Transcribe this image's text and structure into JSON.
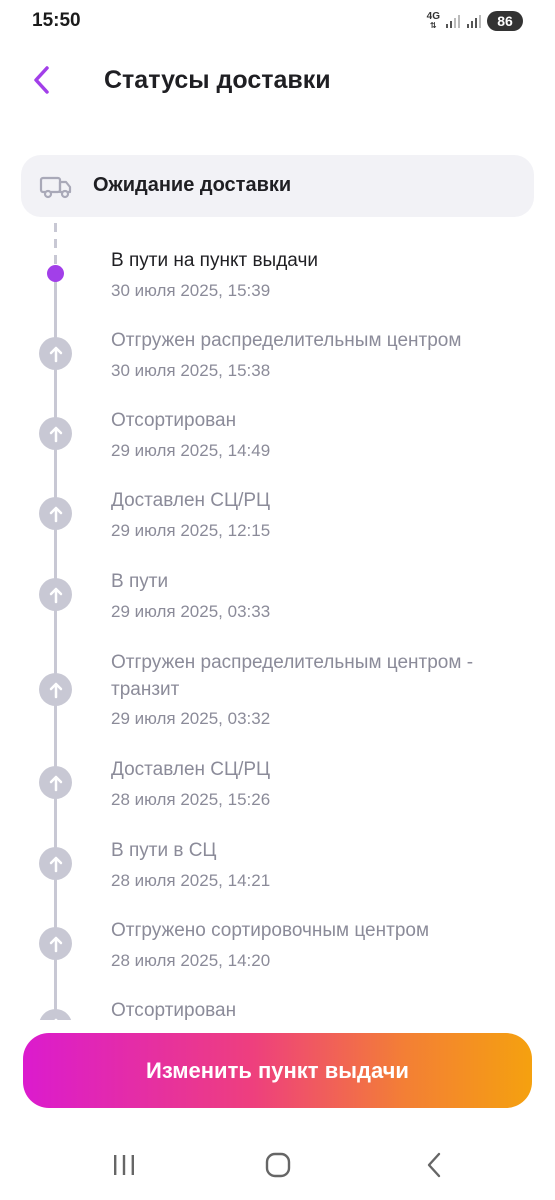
{
  "status_bar": {
    "time": "15:50",
    "network": "4G",
    "battery": "86"
  },
  "header": {
    "title": "Статусы доставки",
    "back_icon": "chevron-left-icon"
  },
  "current_status": {
    "icon": "truck-icon",
    "title": "Ожидание доставки"
  },
  "events": [
    {
      "label": "В пути на пункт выдачи",
      "date": "30 июля 2025, 15:39",
      "active": true
    },
    {
      "label": "Отгружен распределительным центром",
      "date": "30 июля 2025, 15:38"
    },
    {
      "label": "Отсортирован",
      "date": "29 июля 2025, 14:49"
    },
    {
      "label": "Доставлен СЦ/РЦ",
      "date": "29 июля 2025, 12:15"
    },
    {
      "label": "В пути",
      "date": "29 июля 2025, 03:33"
    },
    {
      "label": "Отгружен распределительным центром - транзит",
      "date": "29 июля 2025, 03:32"
    },
    {
      "label": "Доставлен СЦ/РЦ",
      "date": "28 июля 2025, 15:26"
    },
    {
      "label": "В пути в СЦ",
      "date": "28 июля 2025, 14:21"
    },
    {
      "label": "Отгружено сортировочным центром",
      "date": "28 июля 2025, 14:20"
    },
    {
      "label": "Отсортирован",
      "date": ""
    }
  ],
  "action_button": {
    "label": "Изменить пункт выдачи"
  },
  "colors": {
    "accent": "#a23fe9",
    "gradient_start": "#db1bce",
    "gradient_end": "#f5a10f",
    "inactive": "#c8c8d4"
  },
  "nav_bar": {
    "recent_icon": "recent-apps-icon",
    "home_icon": "home-icon",
    "back_icon": "back-icon"
  }
}
